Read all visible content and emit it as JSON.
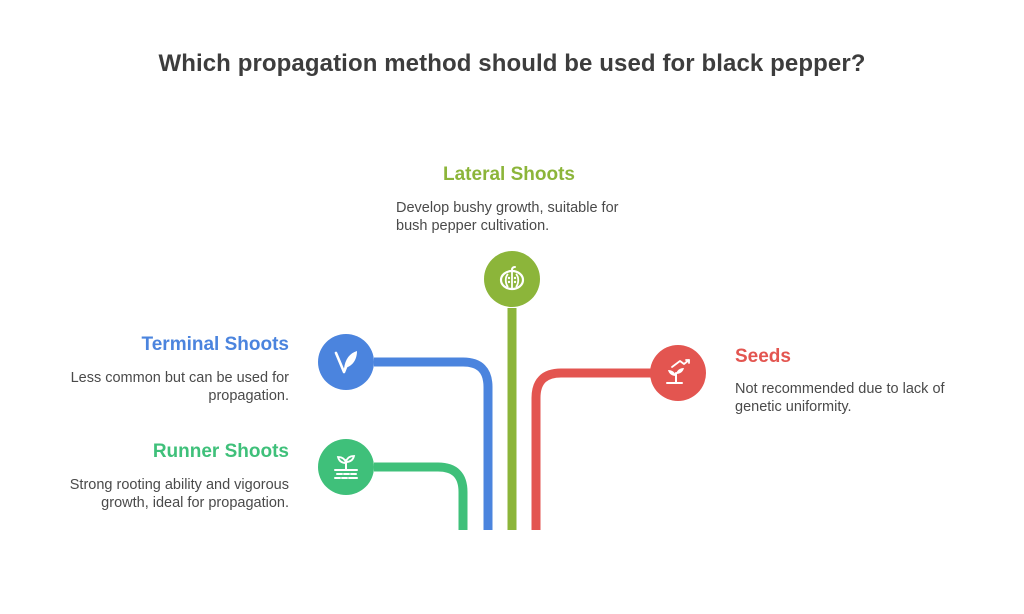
{
  "title": "Which propagation method should be used for black pepper?",
  "colors": {
    "lateral": "#8cb53a",
    "terminal": "#4b84de",
    "runner": "#3fc07a",
    "seeds": "#e35550"
  },
  "options": {
    "lateral": {
      "label": "Lateral Shoots",
      "desc_line1": "Develop bushy growth, suitable for",
      "desc_line2": "bush pepper cultivation.",
      "icon": "pumpkin-icon"
    },
    "terminal": {
      "label": "Terminal Shoots",
      "desc_line1": "Less common but can be used for",
      "desc_line2": "propagation.",
      "icon": "vegan-leaf-icon"
    },
    "runner": {
      "label": "Runner Shoots",
      "desc_line1": "Strong rooting ability and vigorous",
      "desc_line2": "growth, ideal for propagation.",
      "icon": "sprout-soil-icon"
    },
    "seeds": {
      "label": "Seeds",
      "desc_line1": "Not recommended due to lack of",
      "desc_line2": "genetic uniformity.",
      "icon": "growth-sprout-icon"
    }
  }
}
